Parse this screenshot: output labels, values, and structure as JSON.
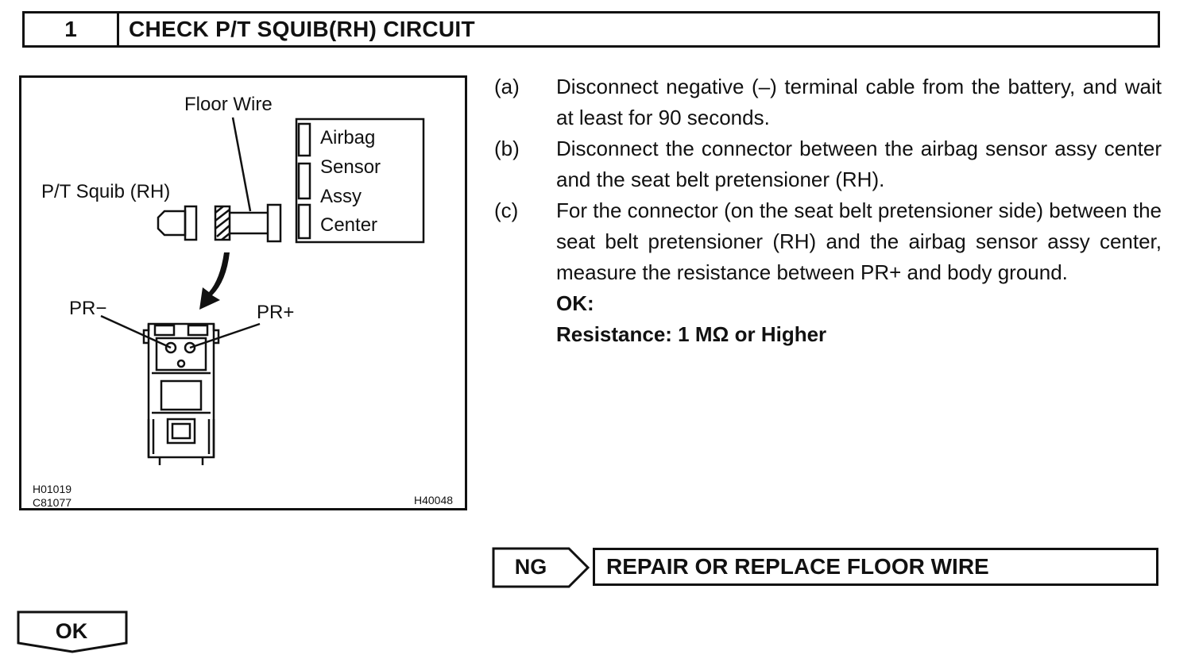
{
  "header": {
    "step_number": "1",
    "title": "CHECK P/T SQUIB(RH) CIRCUIT"
  },
  "figure": {
    "labels": {
      "floor_wire": "Floor Wire",
      "pt_squib": "P/T Squib (RH)",
      "airbag_sensor_lines": [
        "Airbag",
        "Sensor",
        "Assy",
        "Center"
      ],
      "pr_minus": "PR−",
      "pr_plus": "PR+"
    },
    "codes": {
      "left_top": "H01019",
      "left_bottom": "C81077",
      "right": "H40048"
    }
  },
  "steps": [
    {
      "label": "(a)",
      "text": "Disconnect negative (–) terminal cable from the battery, and wait at least for 90 seconds."
    },
    {
      "label": "(b)",
      "text": "Disconnect the connector between the airbag sensor assy center and the seat belt pretensioner (RH)."
    },
    {
      "label": "(c)",
      "text": "For the connector (on the seat belt pretensioner side) between the seat belt pretensioner (RH) and the airbag sensor assy center, measure the resistance between PR+ and body ground."
    }
  ],
  "ok_spec": {
    "heading": "OK:",
    "value": "Resistance: 1 MΩ or Higher"
  },
  "ng": {
    "tag": "NG",
    "action": "REPAIR OR REPLACE FLOOR WIRE"
  },
  "ok_tag": "OK"
}
